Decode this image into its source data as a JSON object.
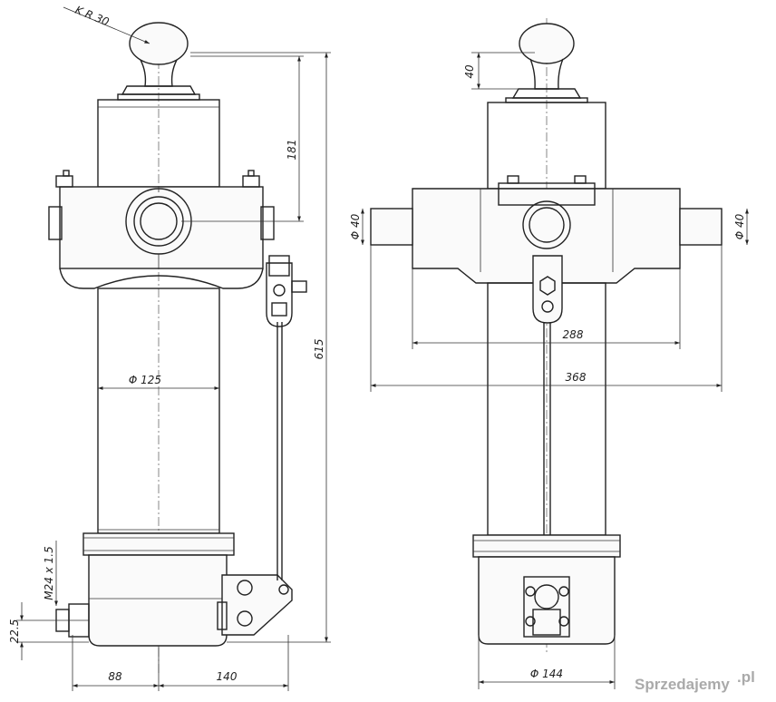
{
  "dimensions": {
    "ball_radius": "K R 30",
    "ball_height": "40",
    "head_height": "181",
    "total_height": "615",
    "body_diameter": "Φ 125",
    "pin_diameter_left": "Φ 40",
    "pin_diameter_right": "Φ 40",
    "inner_span": "288",
    "outer_span": "368",
    "thread": "M24 x 1.5",
    "port_height": "22.5",
    "base_left": "88",
    "base_right": "140",
    "base_diameter": "Φ 144"
  },
  "watermark": {
    "brand": "Sprzedajemy",
    "suffix": ".pl"
  }
}
